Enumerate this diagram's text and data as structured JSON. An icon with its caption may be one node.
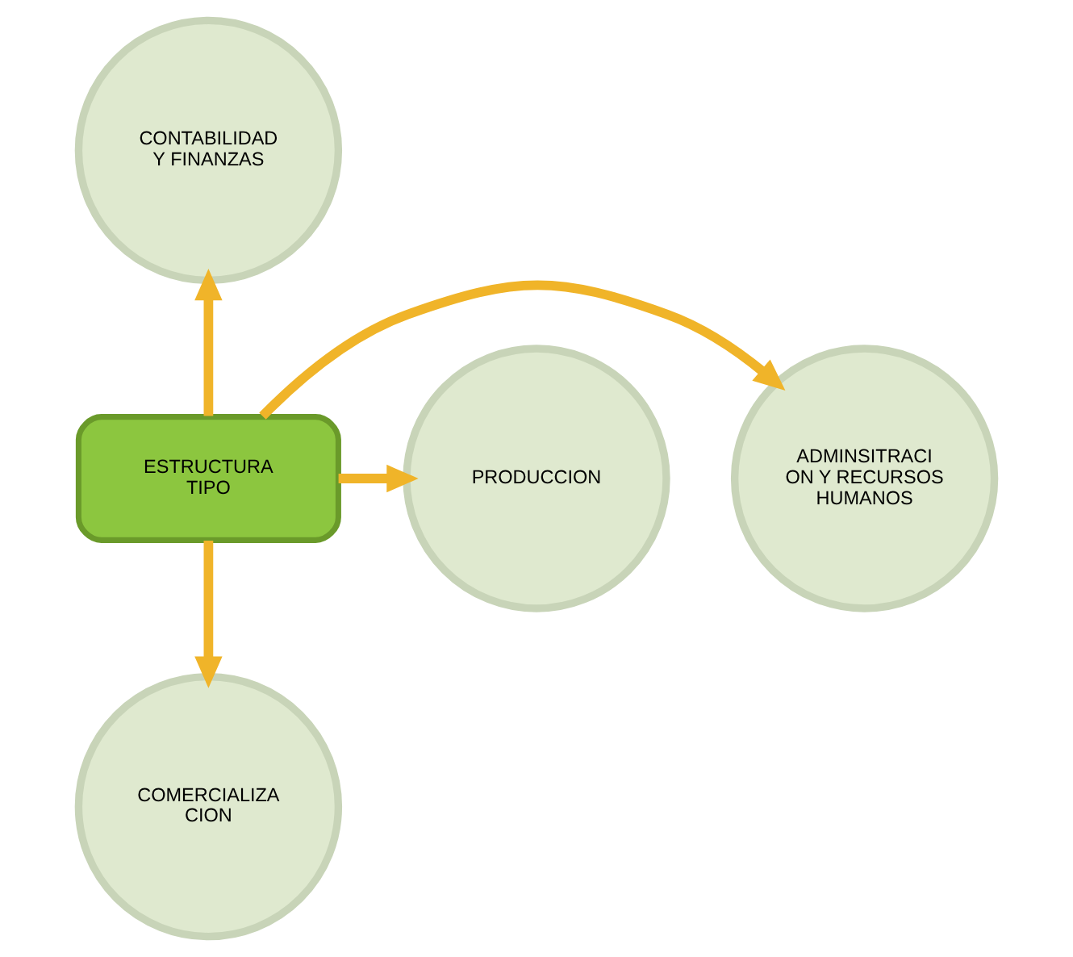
{
  "diagram": {
    "nodes": [
      {
        "text": [
          "ESTRUCTURA TIPO"
        ]
      },
      {
        "text": [
          "CONTABILIDAD Y FINANZAS"
        ]
      },
      {
        "text": [
          "ADMINSITRACI ON Y RECURSOS HUMANOS"
        ]
      },
      {
        "text": [
          "PRODUCCION"
        ]
      },
      {
        "text": [
          "COMERCIALIZA CION"
        ]
      }
    ],
    "edges": [
      {
        "from": 0,
        "to": 1,
        "arrow": "to"
      },
      {
        "from": 0,
        "to": 2,
        "arrow": "to"
      },
      {
        "from": 0,
        "to": 3,
        "arrow": "to"
      },
      {
        "from": 0,
        "to": 4,
        "arrow": "to"
      }
    ]
  }
}
